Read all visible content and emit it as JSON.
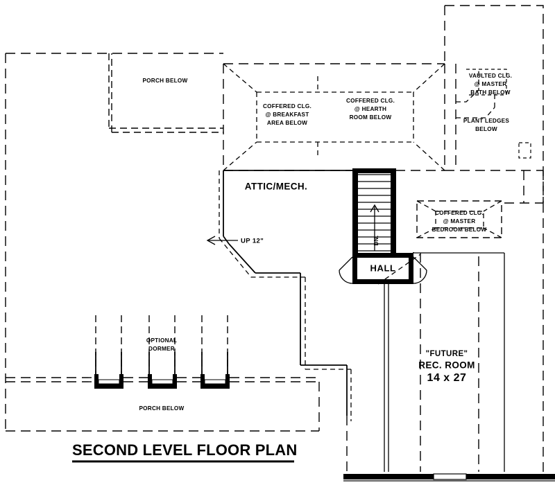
{
  "drawing": {
    "title": "SECOND LEVEL FLOOR PLAN",
    "sheet_type": "architectural-floor-plan",
    "colors": {
      "line": "#000000",
      "background": "#ffffff"
    }
  },
  "rooms": {
    "attic_mech": {
      "label": "ATTIC/MECH."
    },
    "hall": {
      "label": "HALL"
    },
    "rec_room": {
      "qualifier": "\"FUTURE\"",
      "name": "REC. ROOM",
      "dimensions": "14 x 27"
    }
  },
  "annotations": {
    "porch_below_top": "PORCH BELOW",
    "porch_below_bottom": "PORCH BELOW",
    "coffered_breakfast": {
      "line1": "COFFERED CLG.",
      "line2": "@ BREAKFAST",
      "line3": "AREA BELOW"
    },
    "coffered_hearth": {
      "line1": "COFFERED CLG.",
      "line2": "@ HEARTH",
      "line3": "ROOM BELOW"
    },
    "vaulted_master_bath": {
      "line1": "VAULTED CLG.",
      "line2": "@ MASTER",
      "line3": "BATH BELOW"
    },
    "plant_ledges": {
      "line1": "PLANT LEDGES",
      "line2": "BELOW"
    },
    "coffered_master_bedroom": {
      "line1": "COFFERED CLG.",
      "line2": "@ MASTER",
      "line3": "BEDROOM BELOW"
    },
    "optional_dormer": {
      "line1": "OPTIONAL",
      "line2": "DORMER"
    },
    "up_note": "UP 12\"",
    "stair_direction": "DN."
  },
  "features": {
    "stair": {
      "tread_count": 12,
      "direction_label": "DN."
    },
    "dormers": {
      "count": 3,
      "label": "OPTIONAL DORMER"
    },
    "doors": {
      "count": 2,
      "location": "HALL"
    }
  }
}
